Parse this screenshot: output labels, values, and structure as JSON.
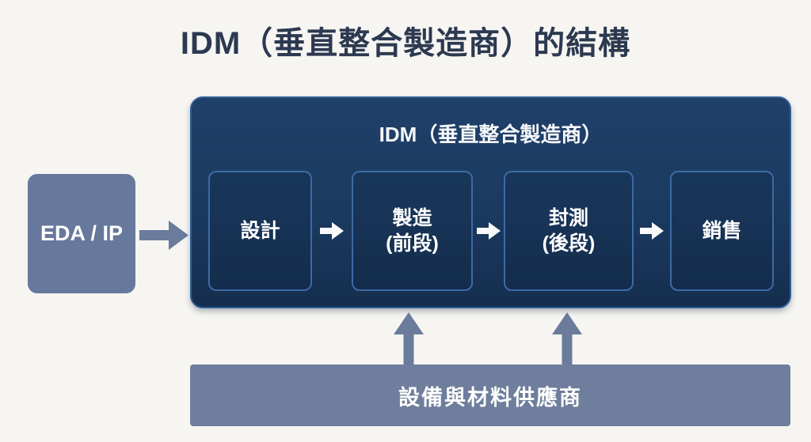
{
  "title": "IDM（垂直整合製造商）的結構",
  "idm": {
    "label": "IDM（垂直整合製造商）",
    "stages": [
      {
        "lines": [
          "設計"
        ]
      },
      {
        "lines": [
          "製造",
          "(前段)"
        ]
      },
      {
        "lines": [
          "封測",
          "(後段)"
        ]
      },
      {
        "lines": [
          "銷售"
        ]
      }
    ]
  },
  "eda": {
    "label": "EDA / IP"
  },
  "suppliers": {
    "label": "設備與材料供應商"
  },
  "colors": {
    "background": "#f6f5f2",
    "title_text": "#2c3950",
    "idm_box_fill": "#1b3a60",
    "idm_box_border": "#2f5d94",
    "stage_border": "#3d6aa4",
    "gray_shape": "#68799c",
    "flow_arrow": "#fafafa",
    "text_on_dark": "#ffffff"
  }
}
